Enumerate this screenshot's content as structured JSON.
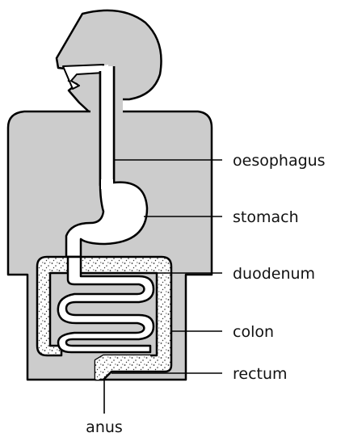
{
  "labels": {
    "oesophagus": "oesophagus",
    "stomach": "stomach",
    "duodenum": "duodenum",
    "colon": "colon",
    "rectum": "rectum",
    "anus": "anus"
  },
  "colors": {
    "body_fill": "#cccccc",
    "outline": "#000000",
    "tract_fill": "#ffffff",
    "colon_dots": "#333333"
  }
}
